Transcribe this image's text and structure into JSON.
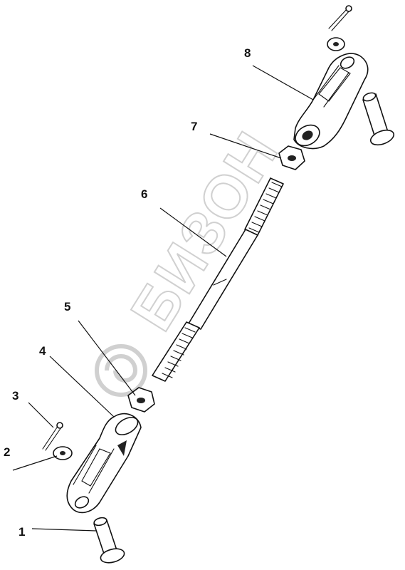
{
  "watermark": {
    "text": "БИЗОН"
  },
  "callouts": [
    {
      "id": "1",
      "label": "1"
    },
    {
      "id": "2",
      "label": "2"
    },
    {
      "id": "3",
      "label": "3"
    },
    {
      "id": "4",
      "label": "4"
    },
    {
      "id": "5",
      "label": "5"
    },
    {
      "id": "6",
      "label": "6"
    },
    {
      "id": "7",
      "label": "7"
    },
    {
      "id": "8",
      "label": "8"
    }
  ]
}
